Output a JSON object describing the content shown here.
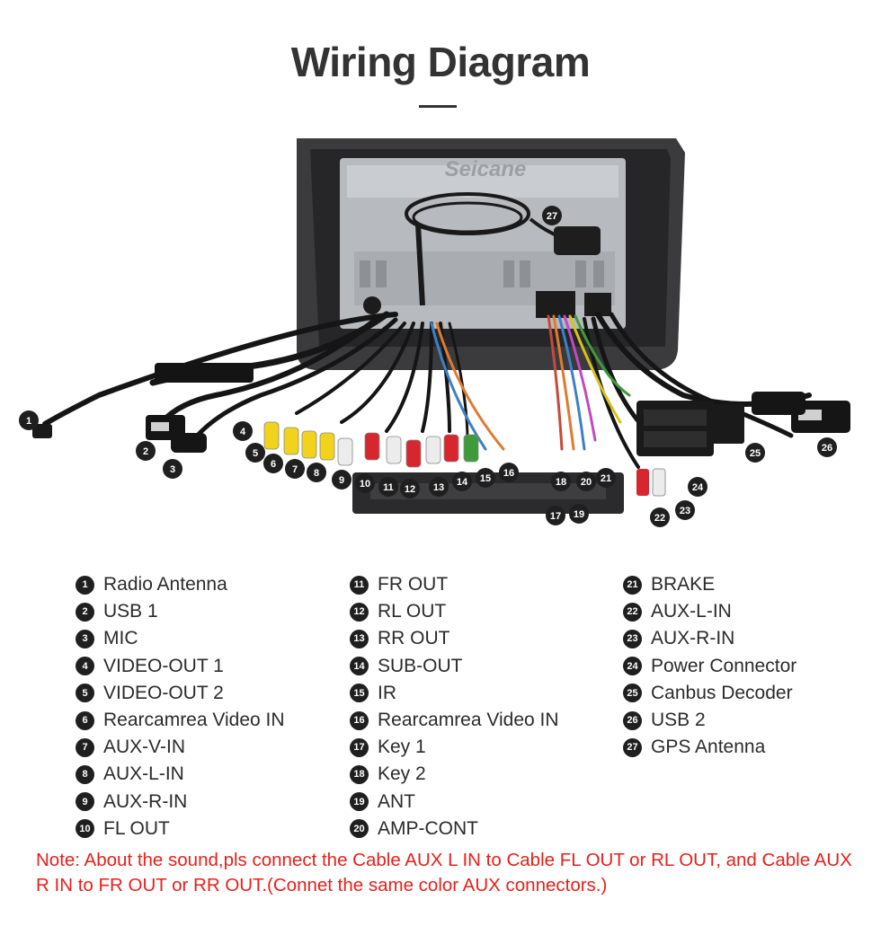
{
  "title": "Wiring Diagram",
  "watermark": "Seicane",
  "legend": {
    "col1": [
      {
        "num": "1",
        "label": "Radio Antenna"
      },
      {
        "num": "2",
        "label": "USB 1"
      },
      {
        "num": "3",
        "label": "MIC"
      },
      {
        "num": "4",
        "label": "VIDEO-OUT 1"
      },
      {
        "num": "5",
        "label": "VIDEO-OUT 2"
      },
      {
        "num": "6",
        "label": "Rearcamrea Video IN"
      },
      {
        "num": "7",
        "label": "AUX-V-IN"
      },
      {
        "num": "8",
        "label": "AUX-L-IN"
      },
      {
        "num": "9",
        "label": "AUX-R-IN"
      },
      {
        "num": "10",
        "label": "FL OUT"
      }
    ],
    "col2": [
      {
        "num": "11",
        "label": "FR OUT"
      },
      {
        "num": "12",
        "label": "RL OUT"
      },
      {
        "num": "13",
        "label": "RR OUT"
      },
      {
        "num": "14",
        "label": "SUB-OUT"
      },
      {
        "num": "15",
        "label": "IR"
      },
      {
        "num": "16",
        "label": "Rearcamrea Video IN"
      },
      {
        "num": "17",
        "label": "Key 1"
      },
      {
        "num": "18",
        "label": "Key 2"
      },
      {
        "num": "19",
        "label": "ANT"
      },
      {
        "num": "20",
        "label": "AMP-CONT"
      }
    ],
    "col3": [
      {
        "num": "21",
        "label": "BRAKE"
      },
      {
        "num": "22",
        "label": "AUX-L-IN"
      },
      {
        "num": "23",
        "label": "AUX-R-IN"
      },
      {
        "num": "24",
        "label": "Power Connector"
      },
      {
        "num": "25",
        "label": "Canbus Decoder"
      },
      {
        "num": "26",
        "label": "USB 2"
      },
      {
        "num": "27",
        "label": "GPS Antenna"
      }
    ]
  },
  "callouts": [
    "1",
    "2",
    "3",
    "4",
    "5",
    "6",
    "7",
    "8",
    "9",
    "10",
    "11",
    "12",
    "13",
    "14",
    "15",
    "16",
    "17",
    "18",
    "19",
    "20",
    "21",
    "22",
    "23",
    "24",
    "25",
    "26",
    "27"
  ],
  "note": "Note: About the sound,pls connect the Cable AUX L IN to Cable FL OUT or RL OUT, and Cable AUX R IN to FR OUT or RR OUT.(Connet the same color AUX connectors.)",
  "colors": {
    "note_red": "#e8201a",
    "badge": "#1f1f1f",
    "rca_yellow": "#f2d31c",
    "rca_red": "#d8262e",
    "rca_white": "#ececec",
    "rca_green": "#3f9a3a"
  }
}
